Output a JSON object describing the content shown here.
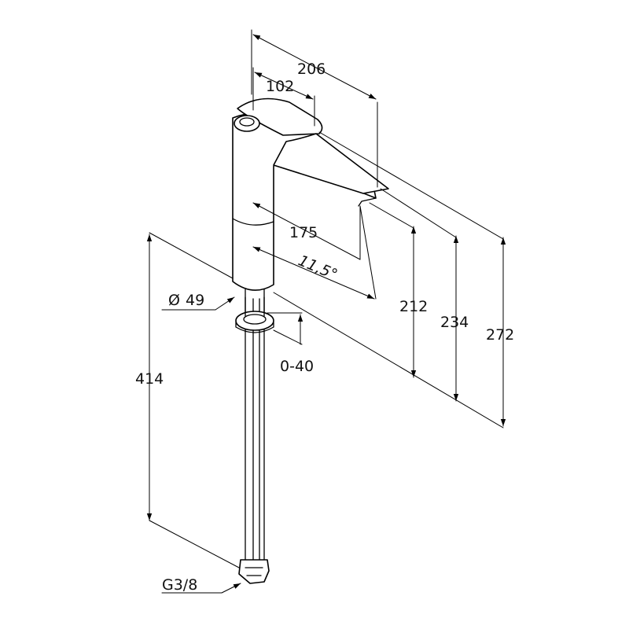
{
  "dimensions": {
    "width_206": "206",
    "width_102": "102",
    "reach_175": "175",
    "angle": "11,5°",
    "diameter": "49",
    "diameter_symbol": "Ø",
    "adjust": "0-40",
    "height_212": "212",
    "height_234": "234",
    "height_272": "272",
    "hose_414": "414",
    "thread": "G3/8"
  }
}
